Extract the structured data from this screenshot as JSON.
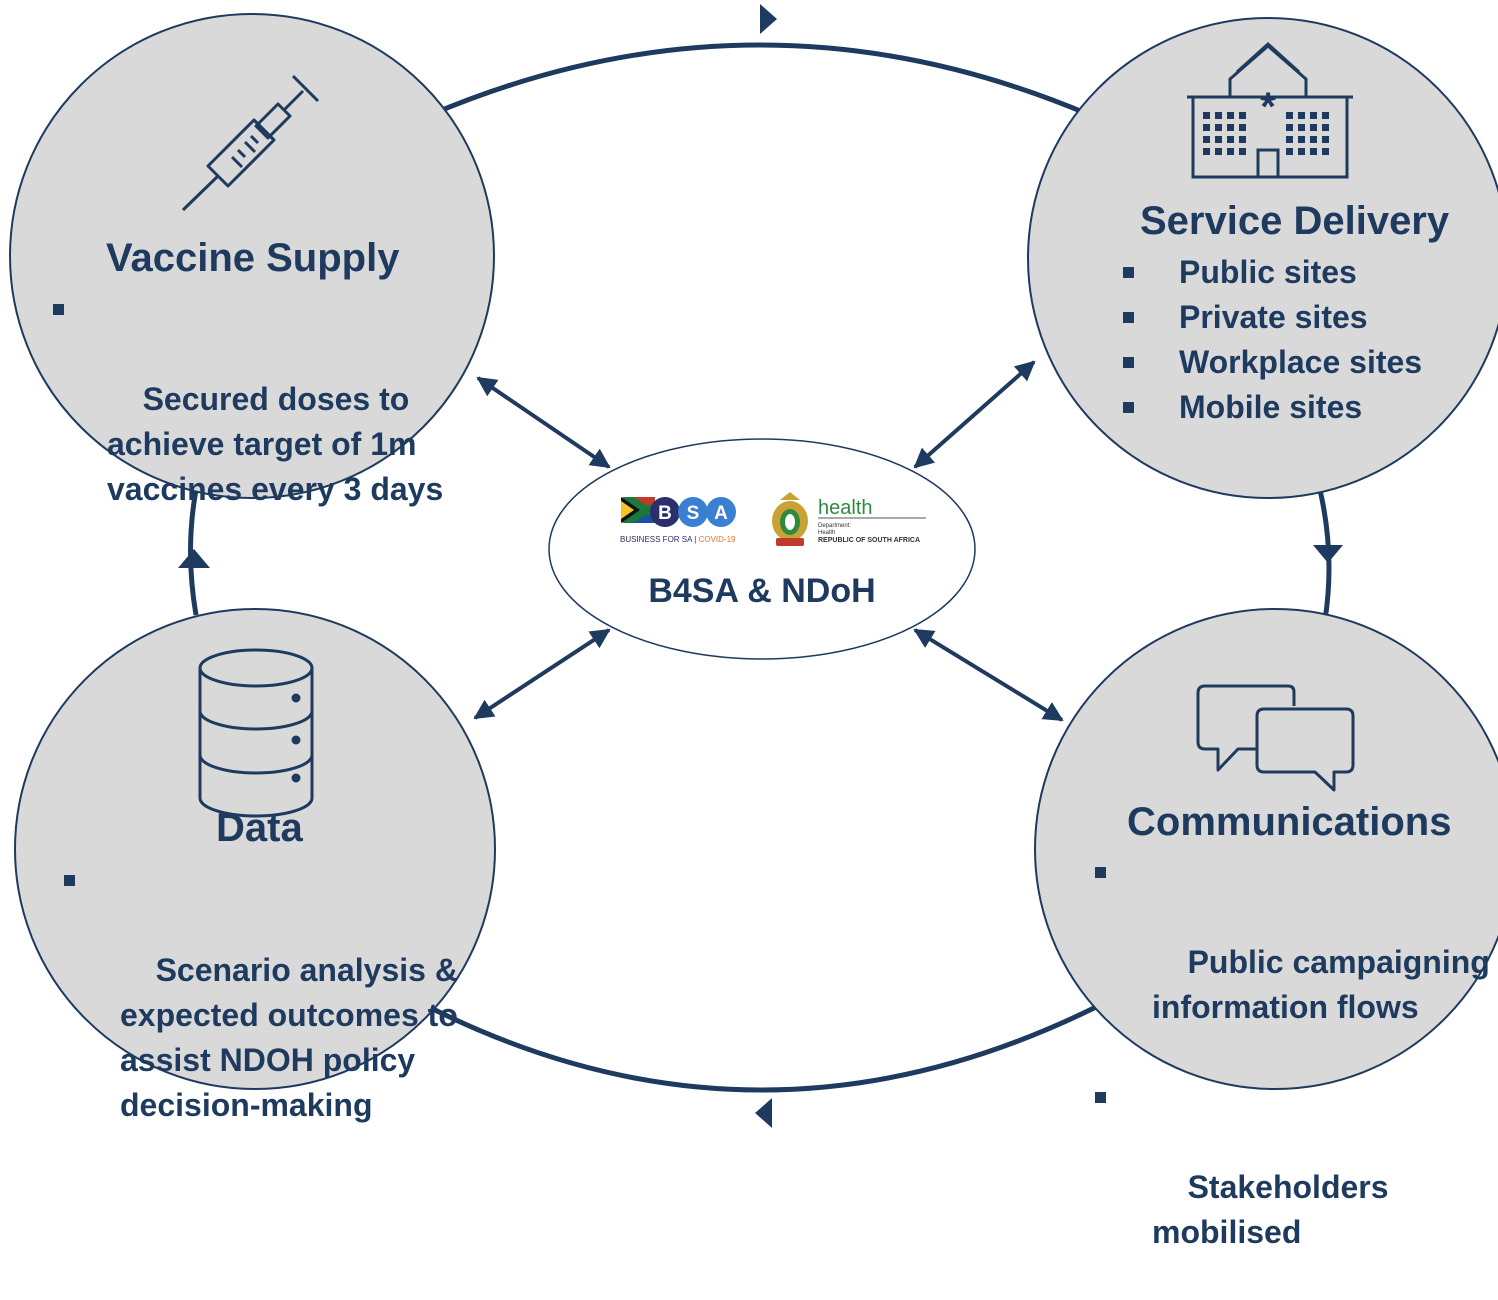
{
  "center": {
    "label": "B4SA & NDoH",
    "bsa_logo": {
      "letters": [
        "B",
        "S",
        "A"
      ],
      "caption_left": "BUSINESS FOR SA |",
      "caption_right": "COVID-19"
    },
    "health_logo": {
      "word": "health",
      "line1": "Department:",
      "line2": "Health",
      "line3": "REPUBLIC OF SOUTH AFRICA"
    }
  },
  "nodes": {
    "vaccine_supply": {
      "title": "Vaccine Supply",
      "icon": "syringe-icon",
      "items": [
        "Secured doses to\nachieve target of 1m\nvaccines every 3 days"
      ]
    },
    "service_delivery": {
      "title": "Service Delivery",
      "icon": "hospital-icon",
      "items": [
        "Public sites",
        "Private sites",
        "Workplace sites",
        "Mobile sites"
      ]
    },
    "data": {
      "title": "Data",
      "icon": "database-icon",
      "items": [
        "Scenario analysis &\nexpected outcomes to\nassist NDOH policy\ndecision-making"
      ]
    },
    "communications": {
      "title": "Communications",
      "icon": "chat-bubbles-icon",
      "items": [
        "Public campaigning &\ninformation flows",
        "Stakeholders\nmobilised"
      ]
    }
  },
  "colors": {
    "navy": "#1f3a5f",
    "circle_fill": "#d9d9d9",
    "bsa_dark": "#2b2f6b",
    "bsa_blue": "#3a7fd1",
    "health_green": "#2e8b3e",
    "covid_orange": "#e07a2e"
  }
}
